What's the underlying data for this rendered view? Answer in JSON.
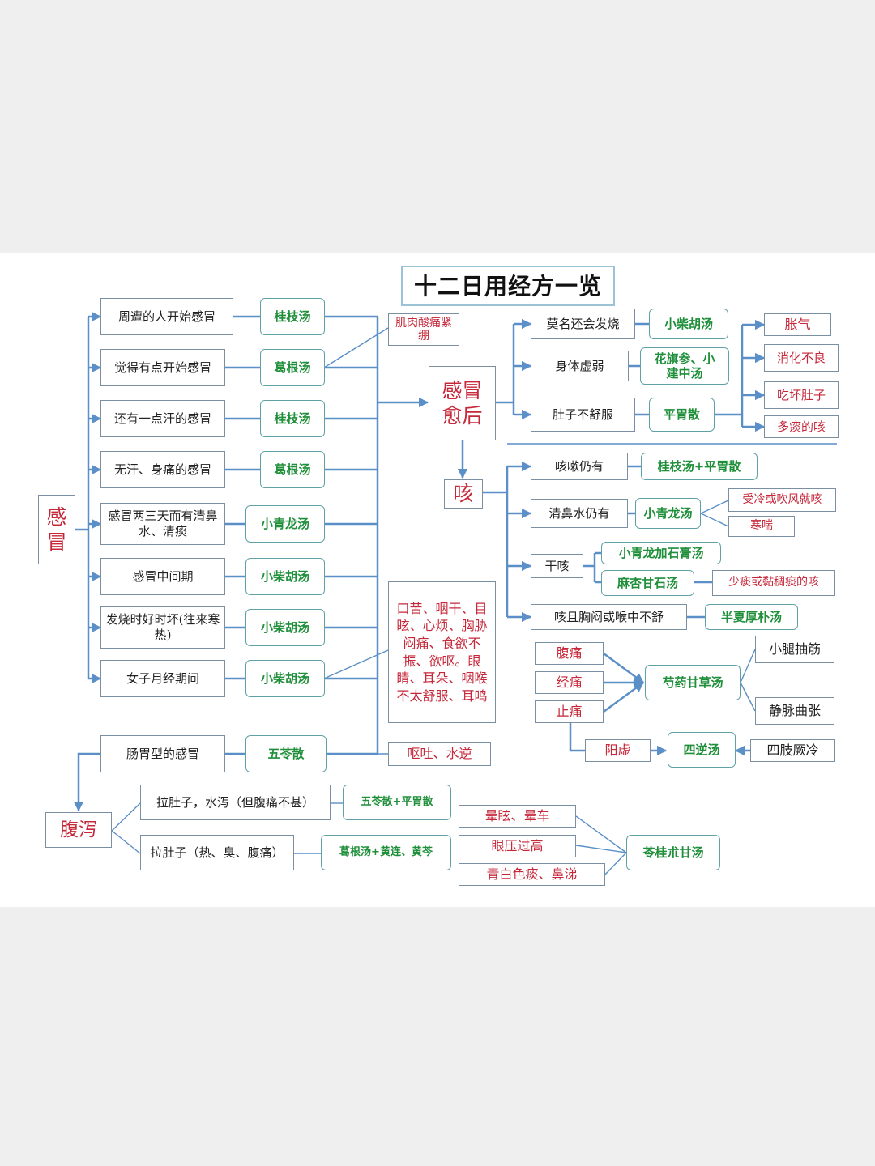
{
  "title": "十二日用经方一览",
  "colors": {
    "wire": "#5b8fc7",
    "prescription_text": "#1f8f3a",
    "symptom_text": "#c6283a",
    "box_border": "#6f8fa8"
  },
  "cold": {
    "root": "感冒",
    "rows": [
      {
        "symptom": "周遭的人开始感冒",
        "formula": "桂枝汤"
      },
      {
        "symptom": "觉得有点开始感冒",
        "formula": "葛根汤"
      },
      {
        "symptom": "还有一点汗的感冒",
        "formula": "桂枝汤"
      },
      {
        "symptom": "无汗、身痛的感冒",
        "formula": "葛根汤"
      },
      {
        "symptom": "感冒两三天而有清鼻水、清痰",
        "formula": "小青龙汤"
      },
      {
        "symptom": "感冒中间期",
        "formula": "小柴胡汤"
      },
      {
        "symptom": "发烧时好时坏(往来寒热)",
        "formula": "小柴胡汤"
      },
      {
        "symptom": "女子月经期间",
        "formula": "小柴胡汤"
      },
      {
        "symptom": "肠胃型的感冒",
        "formula": "五苓散"
      }
    ],
    "muscle_note": "肌肉酸痛紧绷",
    "chai_note": "口苦、咽干、目眩、心烦、胸胁闷痛、食欲不振、欲呕。眼睛、耳朵、咽喉不太舒服、耳鸣",
    "vomit_note": "呕吐、水逆"
  },
  "after": {
    "hub": "感冒愈后",
    "rows": [
      {
        "symptom": "莫名还会发烧",
        "formula": "小柴胡汤"
      },
      {
        "symptom": "身体虚弱",
        "formula": "花旗参、小建中汤"
      },
      {
        "symptom": "肚子不舒服",
        "formula": "平胃散"
      }
    ],
    "stomach_items": [
      "胀气",
      "消化不良",
      "吃坏肚子",
      "多痰的咳"
    ]
  },
  "cough": {
    "hub": "咳",
    "rows": [
      {
        "symptom": "咳嗽仍有",
        "formula": "桂枝汤+平胃散"
      },
      {
        "symptom": "清鼻水仍有",
        "formula": "小青龙汤"
      }
    ],
    "qinglong_notes": [
      "受冷或吹风就咳",
      "寒喘"
    ],
    "dry": {
      "label": "干咳",
      "options": [
        "小青龙加石膏汤",
        "麻杏甘石汤"
      ],
      "maxing_note": "少痰或黏稠痰的咳"
    },
    "chest": {
      "symptom": "咳且胸闷或喉中不舒",
      "formula": "半夏厚朴汤"
    }
  },
  "pain": {
    "items": [
      "腹痛",
      "经痛",
      "止痛"
    ],
    "formula": "芍药甘草汤",
    "uses": [
      "小腿抽筋",
      "静脉曲张"
    ],
    "yang": "阳虚",
    "sini": "四逆汤",
    "limbs": "四肢厥冷"
  },
  "diarrhea": {
    "root": "腹泻",
    "rows": [
      {
        "symptom": "拉肚子，水泻（但腹痛不甚）",
        "formula": "五苓散+平胃散"
      },
      {
        "symptom": "拉肚子（热、臭、腹痛）",
        "formula": "葛根汤+黄连、黄芩"
      }
    ]
  },
  "linggui": {
    "symptoms": [
      "晕眩、晕车",
      "眼压过高",
      "青白色痰、鼻涕"
    ],
    "formula": "苓桂朮甘汤"
  }
}
